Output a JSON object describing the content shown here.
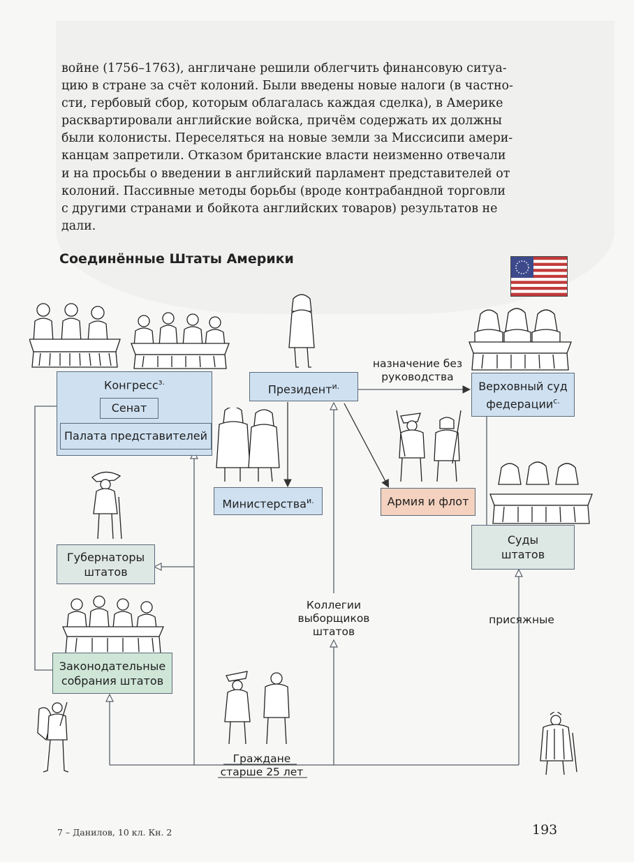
{
  "paragraph_lines": [
    "войне (1756–1763), англичане решили облегчить финансовую ситуа-",
    "цию в стране за счёт колоний. Были введены новые налоги (в частно-",
    "сти, гербовый сбор, которым облагалась каждая сделка), в Америке",
    "расквартировали английские войска, причём содержать их должны",
    "были колонисты. Переселяться на новые земли за Миссисипи амери-",
    "канцам запретили. Отказом британские власти неизменно отвечали",
    "и на просьбы о введении в английский парламент представителей от",
    "колоний. Пассивные методы борьбы (вроде контрабандной торговли",
    "с другими странами и бойкота английских товаров) результатов не",
    "дали."
  ],
  "diagram": {
    "title": "Соединённые Штаты Америки",
    "congress": {
      "label": "Конгресс",
      "sup": "з."
    },
    "senate": "Сенат",
    "house": "Палата представителей",
    "president": {
      "label": "Президент",
      "sup": "и."
    },
    "ministries": {
      "label": "Министерства",
      "sup": "и."
    },
    "army": "Армия и флот",
    "supreme_court": {
      "line1": "Верховный суд",
      "line2": "федерации",
      "sup": "с."
    },
    "appointment_note": {
      "line1": "назначение без",
      "line2": "руководства"
    },
    "state_courts": {
      "line1": "Суды",
      "line2": "штатов"
    },
    "governors": {
      "line1": "Губернаторы",
      "line2": "штатов"
    },
    "legislatures": {
      "line1": "Законодательные",
      "line2": "собрания штатов"
    },
    "electors": {
      "line1": "Коллегии",
      "line2": "выборщиков",
      "line3": "штатов"
    },
    "jurors": "присяжные",
    "citizens": {
      "line1": "Граждане",
      "line2": "старше 25 лет"
    }
  },
  "colors": {
    "blue_box": "#cfe1f1",
    "grey_box": "#dde7e4",
    "green_box": "#cfe6d7",
    "army_box": "#f4d2bf",
    "line": "#555e66"
  },
  "footer": {
    "left": "7 – Данилов, 10 кл. Кн. 2",
    "page_number": "193"
  }
}
